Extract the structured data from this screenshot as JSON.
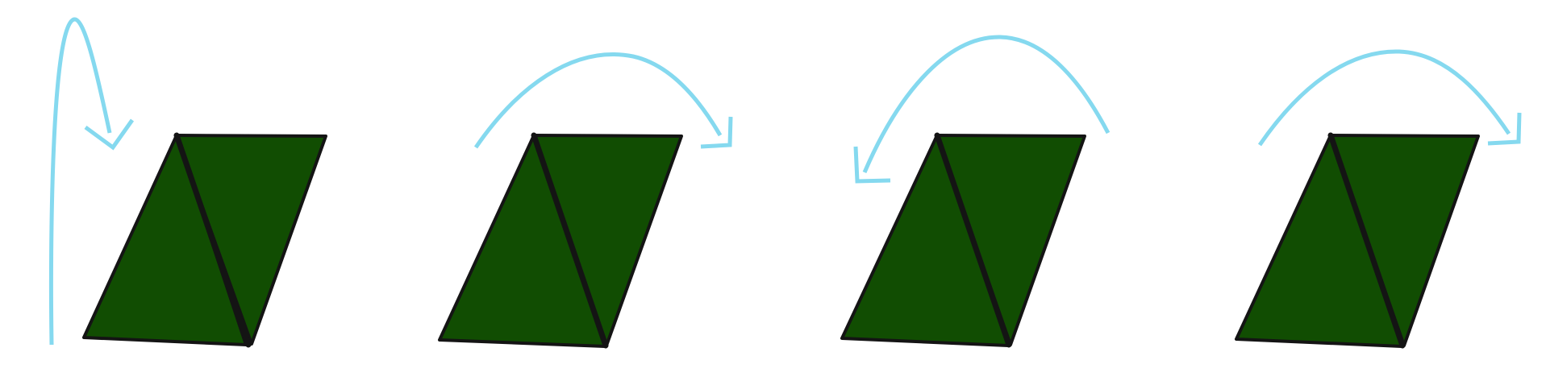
{
  "colors": {
    "background": "#ffffff",
    "shape_fill": "#114d02",
    "shape_outline": "#141414",
    "arrow": "#85d9ef"
  },
  "panels": [
    {
      "shape": "parallelogram split into two triangles",
      "arrow_icon": "flip-vertical-arrow-icon"
    },
    {
      "shape": "parallelogram split into two triangles",
      "arrow_icon": "rotate-clockwise-arrow-icon"
    },
    {
      "shape": "parallelogram split into two triangles",
      "arrow_icon": "rotate-counterclockwise-arrow-icon"
    },
    {
      "shape": "parallelogram split into two triangles",
      "arrow_icon": "rotate-clockwise-arrow-icon"
    }
  ]
}
